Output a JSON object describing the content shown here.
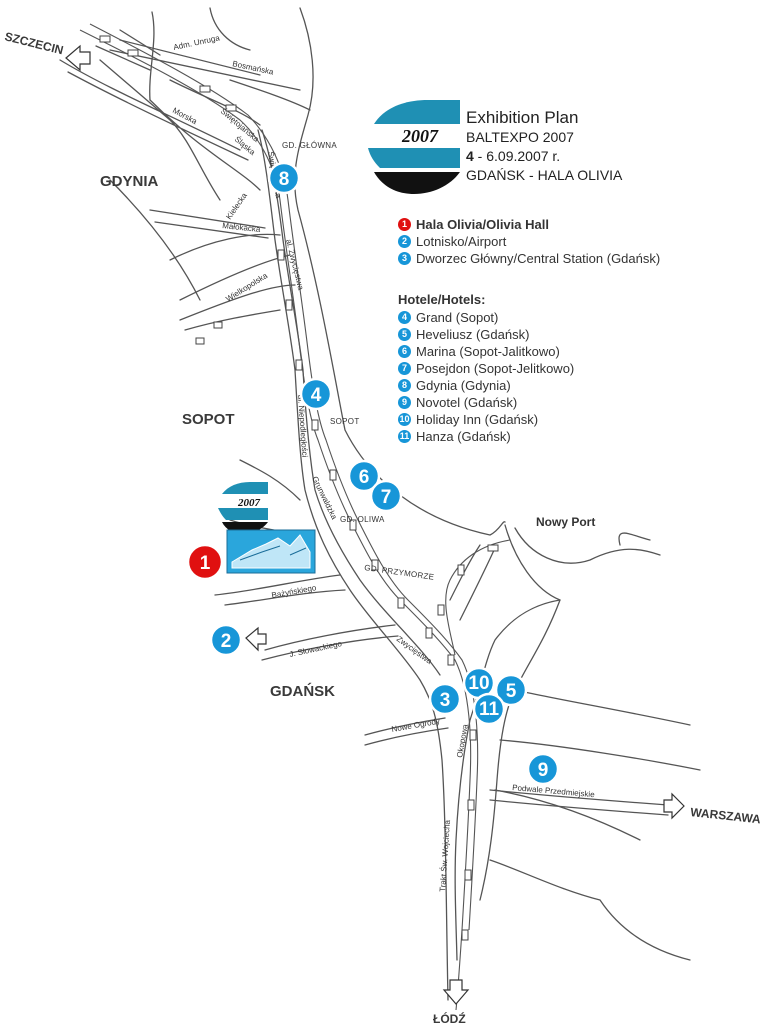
{
  "info": {
    "title": "Exhibition Plan",
    "event": "BALTEXPO 2007",
    "date_num": "4",
    "date_rest": " - 6.09.2007 r.",
    "place": "GDAŃSK -  HALA OLIVIA"
  },
  "logo_year": "2007",
  "legend": {
    "places": [
      {
        "num": "1",
        "label": "Hala Olivia/Olivia Hall"
      },
      {
        "num": "2",
        "label": "Lotnisko/Airport"
      },
      {
        "num": "3",
        "label": "Dworzec Główny/Central Station (Gdańsk)"
      }
    ],
    "hotels_header": "Hotele/Hotels:",
    "hotels": [
      {
        "num": "4",
        "label": "Grand (Sopot)"
      },
      {
        "num": "5",
        "label": "Heveliusz (Gdańsk)"
      },
      {
        "num": "6",
        "label": "Marina (Sopot-Jalitkowo)"
      },
      {
        "num": "7",
        "label": "Posejdon (Sopot-Jelitkowo)"
      },
      {
        "num": "8",
        "label": "Gdynia (Gdynia)"
      },
      {
        "num": "9",
        "label": "Novotel (Gdańsk)"
      },
      {
        "num": "10",
        "label": "Holiday Inn (Gdańsk)"
      },
      {
        "num": "11",
        "label": "Hanza (Gdańsk)"
      }
    ]
  },
  "cities": {
    "gdynia": "GDYNIA",
    "sopot": "SOPOT",
    "gdansk": "GDAŃSK"
  },
  "directions": {
    "szczecin": "SZCZECIN",
    "warszawa": "WARSZAWA",
    "lodz": "ŁÓDŹ"
  },
  "districts": {
    "nowy_port": "Nowy Port"
  },
  "stations": {
    "glowna": "GD. GŁÓWNA",
    "sopot": "SOPOT",
    "oliwa": "GD. OLIWA",
    "przymorze": "GD. PRZYMORZE"
  },
  "streets": {
    "unruga": "Adm. Unruga",
    "bosmanska": "Bosmańska",
    "morska": "Morska",
    "swietojanska": "Świętojańska",
    "slaska": "Śląska",
    "swietojanska2": "Świętojańska",
    "kielecka": "Kielecka",
    "malokacka": "Małokacka",
    "wielkopolska": "Wielkopolska",
    "zwyciestwa1": "al. Zwycięstwa",
    "niepodleglosci": "al. Niepodległości",
    "grunwaldzka": "Grunwaldzka",
    "bazynskiego": "Bażyńskiego",
    "slowackiego": "J. Słowackiego",
    "zwyciestwa2": "Zwycięstwa",
    "nowe_ogrody": "Nowe Ogrody",
    "okopowa": "Okopowa",
    "podwale": "Podwale Przedmiejskie",
    "wojciecha": "Trakt Św. Wojciecha"
  },
  "markers": [
    {
      "num": "1",
      "kind": "venue"
    },
    {
      "num": "2"
    },
    {
      "num": "3"
    },
    {
      "num": "4"
    },
    {
      "num": "5"
    },
    {
      "num": "6"
    },
    {
      "num": "7"
    },
    {
      "num": "8"
    },
    {
      "num": "9"
    },
    {
      "num": "10"
    },
    {
      "num": "11"
    }
  ],
  "colors": {
    "marker_blue": "#1796d8",
    "marker_red": "#e01010",
    "logo_teal": "#1f90b4",
    "hall_blue": "#2aa6dc"
  }
}
